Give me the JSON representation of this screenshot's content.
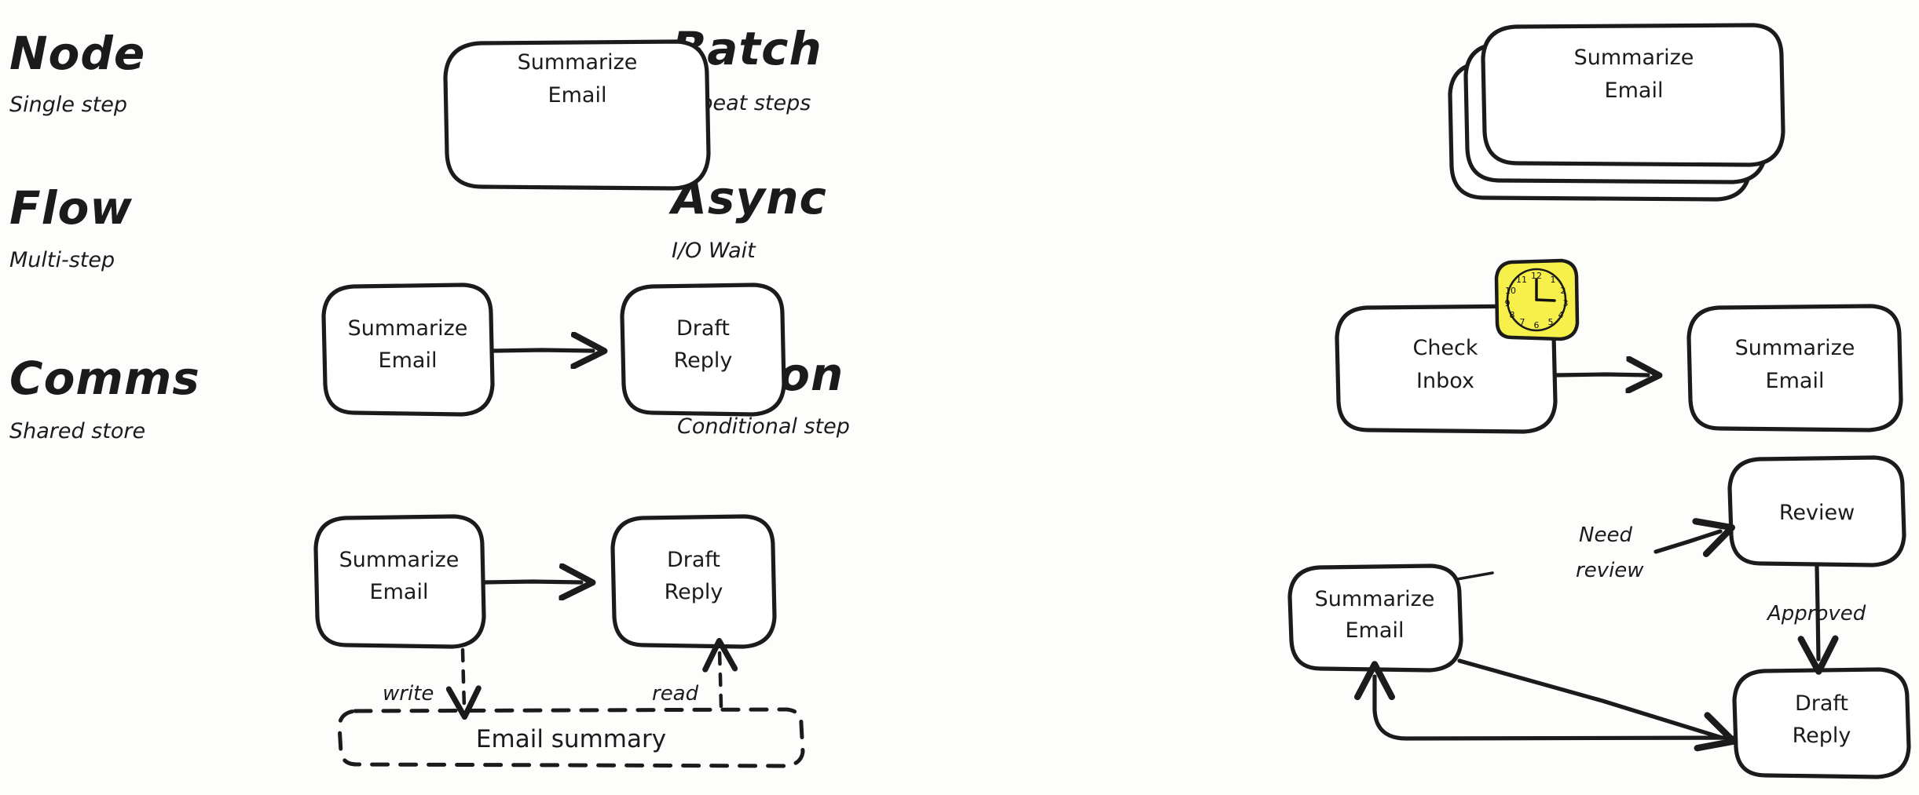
{
  "page": {
    "background": "#fdfdfc",
    "ink": "#1b1b1b",
    "accent_yellow": "#f7ef4a"
  },
  "rows": [
    {
      "id": "node",
      "title": "Node",
      "subtitle": "Single step"
    },
    {
      "id": "batch",
      "title": "Batch",
      "subtitle": "Repeat steps"
    },
    {
      "id": "flow",
      "title": "Flow",
      "subtitle": "Multi-step"
    },
    {
      "id": "async",
      "title": "Async",
      "subtitle": "I/O Wait"
    },
    {
      "id": "comms",
      "title": "Comms",
      "subtitle": "Shared store"
    },
    {
      "id": "action",
      "title": "Action",
      "subtitle": "Conditional step"
    }
  ],
  "node_diagram": {
    "box_line1": "Summarize",
    "box_line2": "Email"
  },
  "batch_diagram": {
    "box_line1": "Summarize",
    "box_line2": "Email",
    "stack_count": 3
  },
  "flow_diagram": {
    "box1_line1": "Summarize",
    "box1_line2": "Email",
    "box2_line1": "Draft",
    "box2_line2": "Reply"
  },
  "async_diagram": {
    "box1_line1": "Check",
    "box1_line2": "Inbox",
    "box2_line1": "Summarize",
    "box2_line2": "Email",
    "clock": {
      "numerals": [
        "1",
        "2",
        "3",
        "4",
        "5",
        "6",
        "7",
        "8",
        "9",
        "10",
        "11",
        "12"
      ],
      "time": "3:00"
    }
  },
  "comms_diagram": {
    "box1_line1": "Summarize",
    "box1_line2": "Email",
    "box2_line1": "Draft",
    "box2_line2": "Reply",
    "write_label": "write",
    "read_label": "read",
    "store_label": "Email summary"
  },
  "action_diagram": {
    "box1_line1": "Summarize",
    "box1_line2": "Email",
    "review_label": "Review",
    "draft_line1": "Draft",
    "draft_line2": "Reply",
    "need_label_line1": "Need",
    "need_label_line2": "review",
    "approved_label": "Approved"
  }
}
